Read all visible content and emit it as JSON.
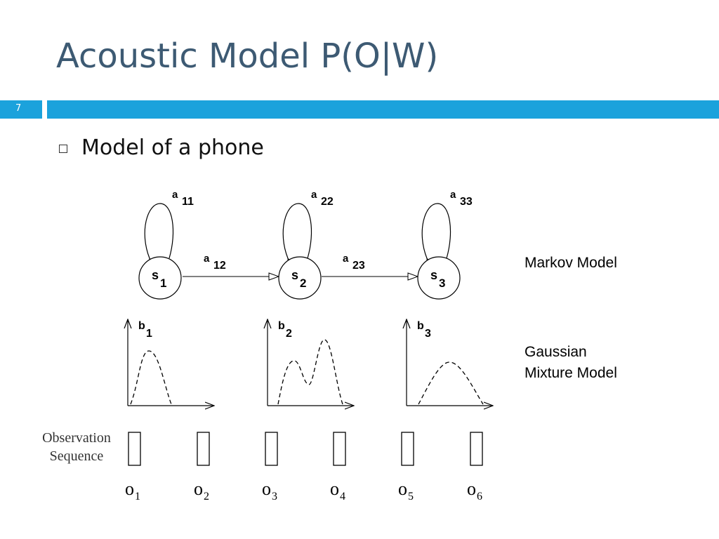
{
  "slide": {
    "title": "Acoustic Model P(O|W)",
    "number": "7",
    "bullet": "Model of a phone"
  },
  "labels": {
    "markov_model": "Markov Model",
    "gmm_line1": "Gaussian",
    "gmm_line2": "Mixture Model",
    "obs_line1": "Observation",
    "obs_line2": "Sequence"
  },
  "states": [
    {
      "letter": "s",
      "index": "1"
    },
    {
      "letter": "s",
      "index": "2"
    },
    {
      "letter": "s",
      "index": "3"
    }
  ],
  "self_loops": [
    {
      "letter": "a",
      "index": "11"
    },
    {
      "letter": "a",
      "index": "22"
    },
    {
      "letter": "a",
      "index": "33"
    }
  ],
  "transitions": [
    {
      "letter": "a",
      "index": "12"
    },
    {
      "letter": "a",
      "index": "23"
    }
  ],
  "emissions": [
    {
      "letter": "b",
      "index": "1"
    },
    {
      "letter": "b",
      "index": "2"
    },
    {
      "letter": "b",
      "index": "3"
    }
  ],
  "observations": [
    {
      "letter": "o",
      "index": "1"
    },
    {
      "letter": "o",
      "index": "2"
    },
    {
      "letter": "o",
      "index": "3"
    },
    {
      "letter": "o",
      "index": "4"
    },
    {
      "letter": "o",
      "index": "5"
    },
    {
      "letter": "o",
      "index": "6"
    }
  ],
  "colors": {
    "title": "#3d5a73",
    "accent": "#1ba2dc"
  }
}
